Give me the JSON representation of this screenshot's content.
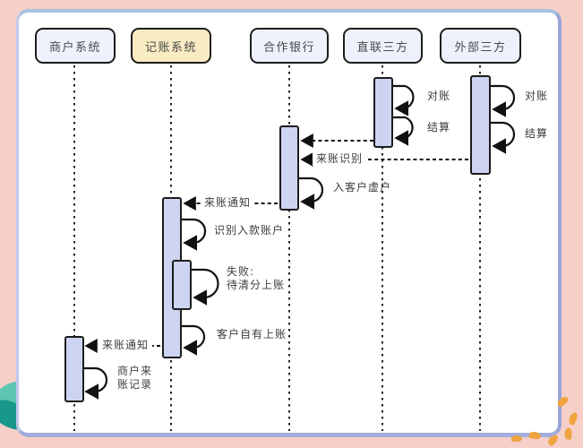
{
  "diagram": {
    "title_hint": "incoming-funds sequence diagram",
    "participants": [
      {
        "id": "merchant-system",
        "label": "商户系统"
      },
      {
        "id": "accounting-system",
        "label": "记账系统"
      },
      {
        "id": "partner-bank",
        "label": "合作银行"
      },
      {
        "id": "direct-third-party",
        "label": "直联三方"
      },
      {
        "id": "external-third-party",
        "label": "外部三方"
      }
    ],
    "labels": {
      "direct_reconcile": "对账",
      "direct_settle": "结算",
      "external_reconcile": "对账",
      "external_settle": "结算",
      "incoming_identify": "来账识别",
      "credit_customer_virtual_account": "入客户虚户",
      "incoming_notify_to_accounting": "来账通知",
      "identify_deposit_account": "识别入款账户",
      "fail_line1": "失败:",
      "fail_line2": "待清分上账",
      "customer_own_posting": "客户自有上账",
      "incoming_notify_to_merchant": "来账通知",
      "merchant_record_line1": "商户来",
      "merchant_record_line2": "账记录"
    },
    "colors": {
      "page_background": "#f7cfc9",
      "card_background": "#ffffff",
      "card_edge_top": "#a5c2df",
      "card_edge_right": "#98a5d6",
      "card_edge_bottom": "#a3aede",
      "participant_fill": "#edf1fb",
      "accounting_participant_fill": "#f9ecc2",
      "activation_fill": "#cdd4f2",
      "stroke": "#1c1c1c",
      "leaf_light": "#5ec5b2",
      "leaf_dark": "#17988a",
      "petal_orange": "#efa440"
    }
  }
}
